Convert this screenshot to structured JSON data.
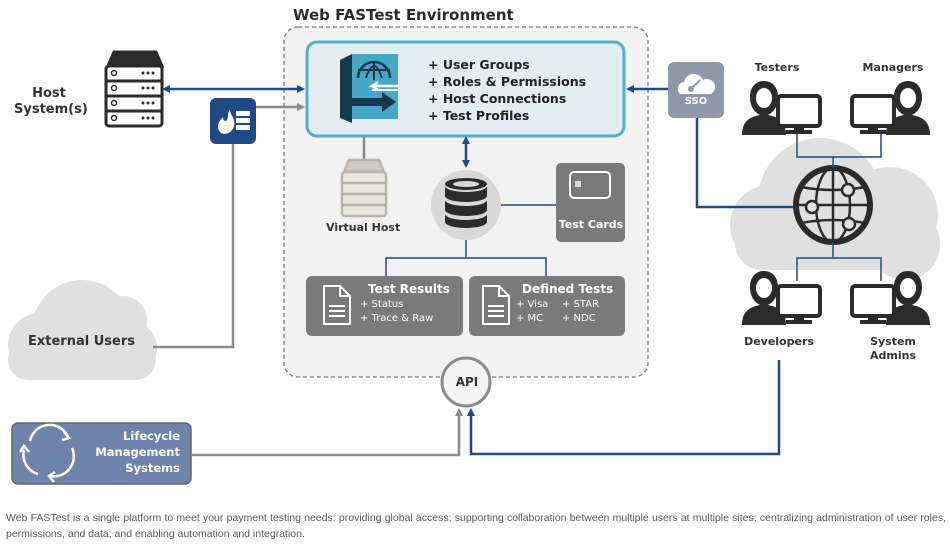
{
  "environment": {
    "title": "Web FASTest Environment"
  },
  "admin_features": [
    "+ User Groups",
    "+ Roles & Permissions",
    "+ Host Connections",
    "+ Test Profiles"
  ],
  "host": {
    "label_line1": "Host",
    "label_line2": "System(s)"
  },
  "virtual_host": {
    "label": "Virtual Host"
  },
  "test_cards": {
    "label": "Test Cards"
  },
  "test_results": {
    "title": "Test Results",
    "items": [
      "+ Status",
      "+ Trace & Raw"
    ]
  },
  "defined_tests": {
    "title": "Defined Tests",
    "items": [
      "+ Visa",
      "+ STAR",
      "+ MC",
      "+ NDC"
    ]
  },
  "api": {
    "label": "API"
  },
  "external_users": {
    "label": "External Users"
  },
  "lifecycle": {
    "line1": "Lifecycle",
    "line2": "Management",
    "line3": "Systems"
  },
  "sso": {
    "label": "SSO"
  },
  "roles": {
    "testers": "Testers",
    "managers": "Managers",
    "developers": "Developers",
    "system_admins_line1": "System",
    "system_admins_line2": "Admins"
  },
  "caption": "Web FASTest is a single platform to meet your payment testing needs: providing global access; supporting collaboration between multiple users at multiple sites; centralizing administration of user roles, permissions, and data; and enabling automation and integration.",
  "colors": {
    "navy": "#1f4a85",
    "gray_line": "#8a8a8a",
    "env_bg": "#f2f2f2",
    "admin_box_bg": "#e3ecf0",
    "admin_box_border": "#4db0cf",
    "dark_box": "#7a7a7a",
    "sso_box": "#8f97ad",
    "lifecycle_box": "#6e84ad",
    "cloud": "#e0e0e0"
  }
}
